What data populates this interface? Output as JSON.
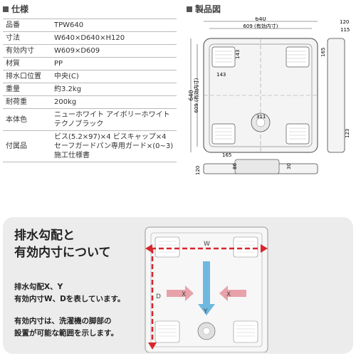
{
  "spec": {
    "heading": "仕様",
    "rows": [
      {
        "label": "品番",
        "value": "TPW640"
      },
      {
        "label": "寸法",
        "value": "W640×D640×H120"
      },
      {
        "label": "有効内寸",
        "value": "W609×D609"
      },
      {
        "label": "材質",
        "value": "PP"
      },
      {
        "label": "排水口位置",
        "value": "中央(C)"
      },
      {
        "label": "重量",
        "value": "約3.2kg"
      },
      {
        "label": "耐荷重",
        "value": "200kg"
      },
      {
        "label": "本体色",
        "value": "ニューホワイト アイボリーホワイト\nテクノブラック"
      },
      {
        "label": "付属品",
        "value": "ビス(5.2×97)×4 ビスキャップ×4\nセーフガードパン専用ガード×(0~3)\n施工仕様書"
      }
    ]
  },
  "drawing": {
    "heading": "製品図",
    "dims": {
      "w_total": "640",
      "w_inner": "609 (有効内寸)",
      "h_total": "640",
      "h_inner": "609 (有効内寸)",
      "d143a": "143",
      "d143b": "143",
      "d311": "311",
      "d120_top": "120",
      "d115": "115",
      "d165_side": "165",
      "d123": "123",
      "d165_front": "165",
      "d120_front": "120",
      "d86": "86",
      "d30": "30"
    }
  },
  "explain": {
    "title_line1": "排水勾配と",
    "title_line2": "有効内寸について",
    "desc1_line1": "排水勾配X、Y",
    "desc1_line2": "有効内寸W、Dを表しています。",
    "desc2_line1": "有効内寸は、洗濯機の脚部の",
    "desc2_line2": "設置が可能な範囲を示します。",
    "label_w": "W",
    "label_d": "D",
    "label_x1": "X",
    "label_x2": "X",
    "label_y": "Y"
  },
  "colors": {
    "arrow_red": "#d8262c",
    "arrow_pink": "#e8a2aa",
    "arrow_blue": "#6fb8df"
  }
}
